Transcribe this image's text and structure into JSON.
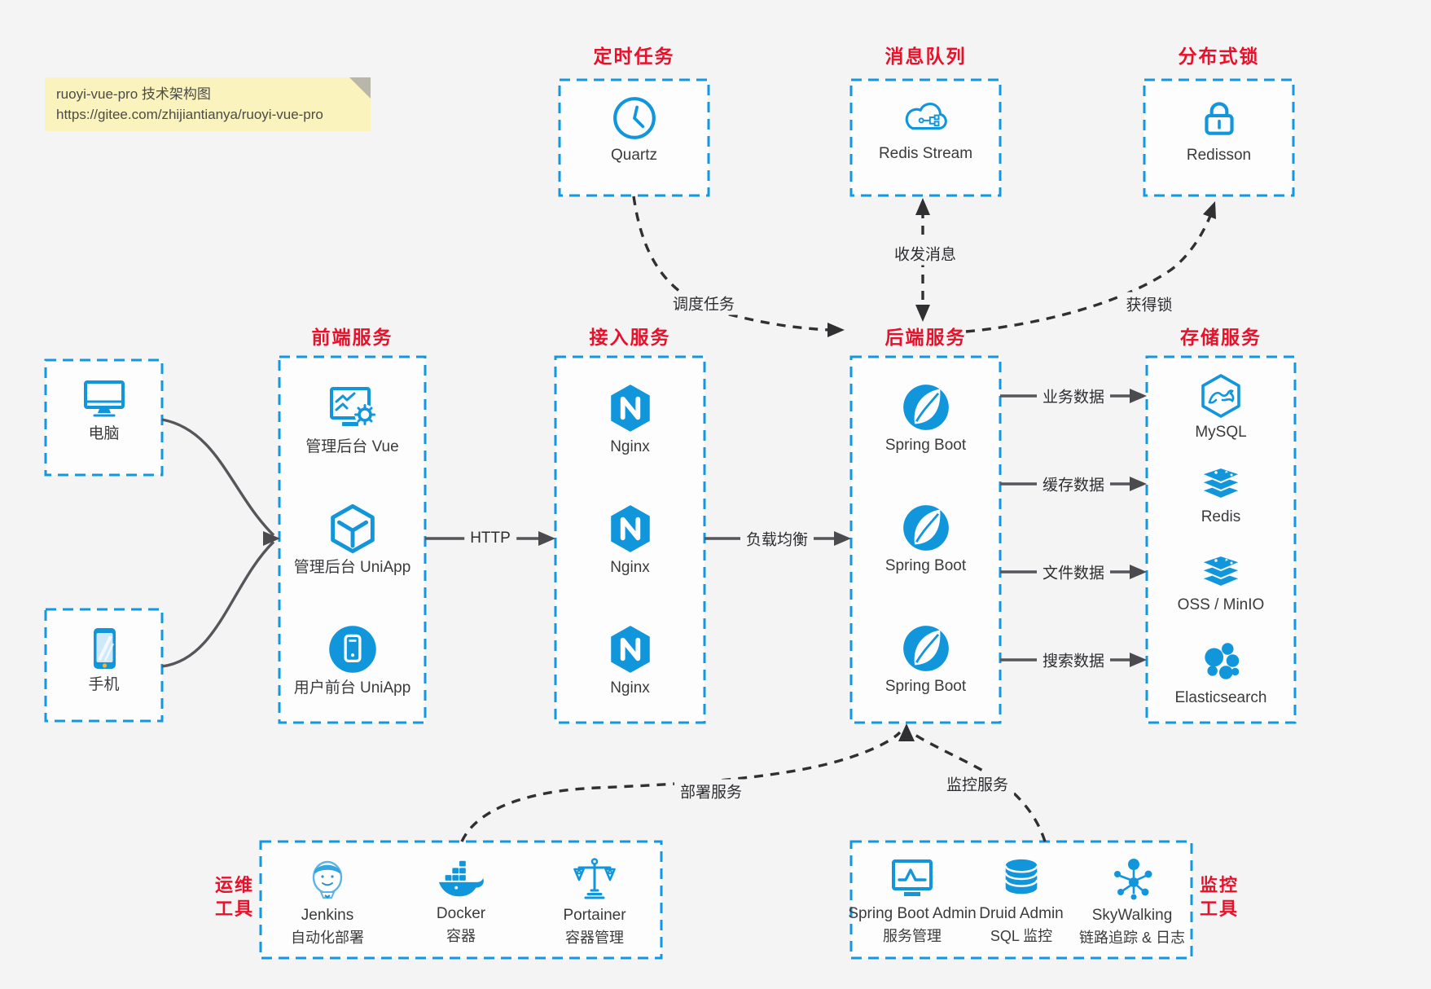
{
  "note": {
    "line1": "ruoyi-vue-pro 技术架构图",
    "line2": "https://gitee.com/zhijiantianya/ruoyi-vue-pro"
  },
  "palette": {
    "accent_blue": "#1296db",
    "box_border_blue": "#1298e0",
    "title_red": "#e8112a",
    "solid_arrow_gray": "#55555a",
    "dashed_arrow_black": "#303033",
    "note_yellow": "#faf3bd",
    "page_bg": "#f4f4f5"
  },
  "boxes": {
    "scheduler": {
      "title": "定时任务",
      "items": [
        {
          "icon": "clock-icon",
          "label": "Quartz"
        }
      ]
    },
    "mq": {
      "title": "消息队列",
      "items": [
        {
          "icon": "cloud-message-icon",
          "label": "Redis Stream"
        }
      ]
    },
    "lock": {
      "title": "分布式锁",
      "items": [
        {
          "icon": "lock-icon",
          "label": "Redisson"
        }
      ]
    },
    "pc": {
      "items": [
        {
          "icon": "desktop-icon",
          "label": "电脑"
        }
      ]
    },
    "phone": {
      "items": [
        {
          "icon": "smartphone-icon",
          "label": "手机"
        }
      ]
    },
    "frontend": {
      "title": "前端服务",
      "items": [
        {
          "icon": "dashboard-gear-icon",
          "label": "管理后台 Vue"
        },
        {
          "icon": "cube-icon",
          "label": "管理后台 UniApp"
        },
        {
          "icon": "app-circle-icon",
          "label": "用户前台 UniApp"
        }
      ]
    },
    "gateway": {
      "title": "接入服务",
      "items": [
        {
          "icon": "nginx-hexagon-icon",
          "label": "Nginx"
        },
        {
          "icon": "nginx-hexagon-icon",
          "label": "Nginx"
        },
        {
          "icon": "nginx-hexagon-icon",
          "label": "Nginx"
        }
      ]
    },
    "backend": {
      "title": "后端服务",
      "items": [
        {
          "icon": "spring-leaf-icon",
          "label": "Spring Boot"
        },
        {
          "icon": "spring-leaf-icon",
          "label": "Spring Boot"
        },
        {
          "icon": "spring-leaf-icon",
          "label": "Spring Boot"
        }
      ]
    },
    "storage": {
      "title": "存储服务",
      "items": [
        {
          "icon": "mysql-dolphin-icon",
          "label": "MySQL"
        },
        {
          "icon": "redis-stack-icon",
          "label": "Redis"
        },
        {
          "icon": "storage-stack-icon",
          "label": "OSS / MinIO"
        },
        {
          "icon": "elasticsearch-cluster-icon",
          "label": "Elasticsearch"
        }
      ]
    },
    "ops": {
      "title_line1": "运维",
      "title_line2": "工具",
      "items": [
        {
          "icon": "jenkins-butler-icon",
          "label": "Jenkins",
          "sublabel": "自动化部署"
        },
        {
          "icon": "docker-whale-icon",
          "label": "Docker",
          "sublabel": "容器"
        },
        {
          "icon": "portainer-scale-icon",
          "label": "Portainer",
          "sublabel": "容器管理"
        }
      ]
    },
    "monitor": {
      "title_line1": "监控",
      "title_line2": "工具",
      "items": [
        {
          "icon": "monitor-chart-icon",
          "label": "Spring Boot Admin",
          "sublabel": "服务管理"
        },
        {
          "icon": "database-cylinder-icon",
          "label": "Druid Admin",
          "sublabel": "SQL 监控"
        },
        {
          "icon": "skywalking-graph-icon",
          "label": "SkyWalking",
          "sublabel": "链路追踪 & 日志"
        }
      ]
    }
  },
  "edges": {
    "http": "HTTP",
    "load_balance": "负载均衡",
    "business_data": "业务数据",
    "cache_data": "缓存数据",
    "file_data": "文件数据",
    "search_data": "搜索数据",
    "schedule_task": "调度任务",
    "send_receive_message": "收发消息",
    "acquire_lock": "获得锁",
    "deploy_service": "部署服务",
    "monitor_service": "监控服务"
  }
}
